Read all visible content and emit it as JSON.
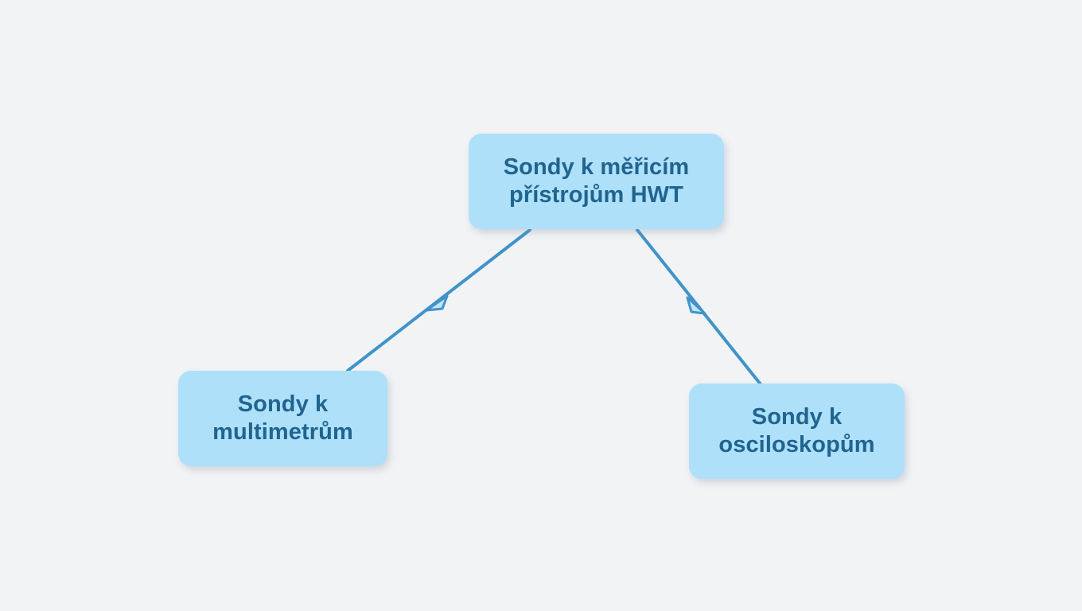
{
  "diagram": {
    "type": "mind-map",
    "background_color": "#f2f3f5",
    "node_fill_color": "#aee0fa",
    "node_text_color": "#20648f",
    "edge_color": "#3f93c9",
    "arrowhead_fill_color": "#bfe6fb",
    "nodes": [
      {
        "id": "root",
        "label": "Sondy k měřicím\npřístrojům HWT",
        "line1": "Sondy k měřicím",
        "line2": "přístrojům HWT"
      },
      {
        "id": "multimetry",
        "label": "Sondy k\nmultimetrům",
        "line1": "Sondy k",
        "line2": "multimetrům"
      },
      {
        "id": "osciloskopy",
        "label": "Sondy k\nosciloskopům",
        "line1": "Sondy k",
        "line2": "osciloskopům"
      }
    ],
    "edges": [
      {
        "id": "root-to-multimetry",
        "from": "root",
        "to": "multimetry",
        "arrow": "triangle-open"
      },
      {
        "id": "root-to-osciloskopy",
        "from": "root",
        "to": "osciloskopy",
        "arrow": "triangle-open"
      }
    ]
  }
}
